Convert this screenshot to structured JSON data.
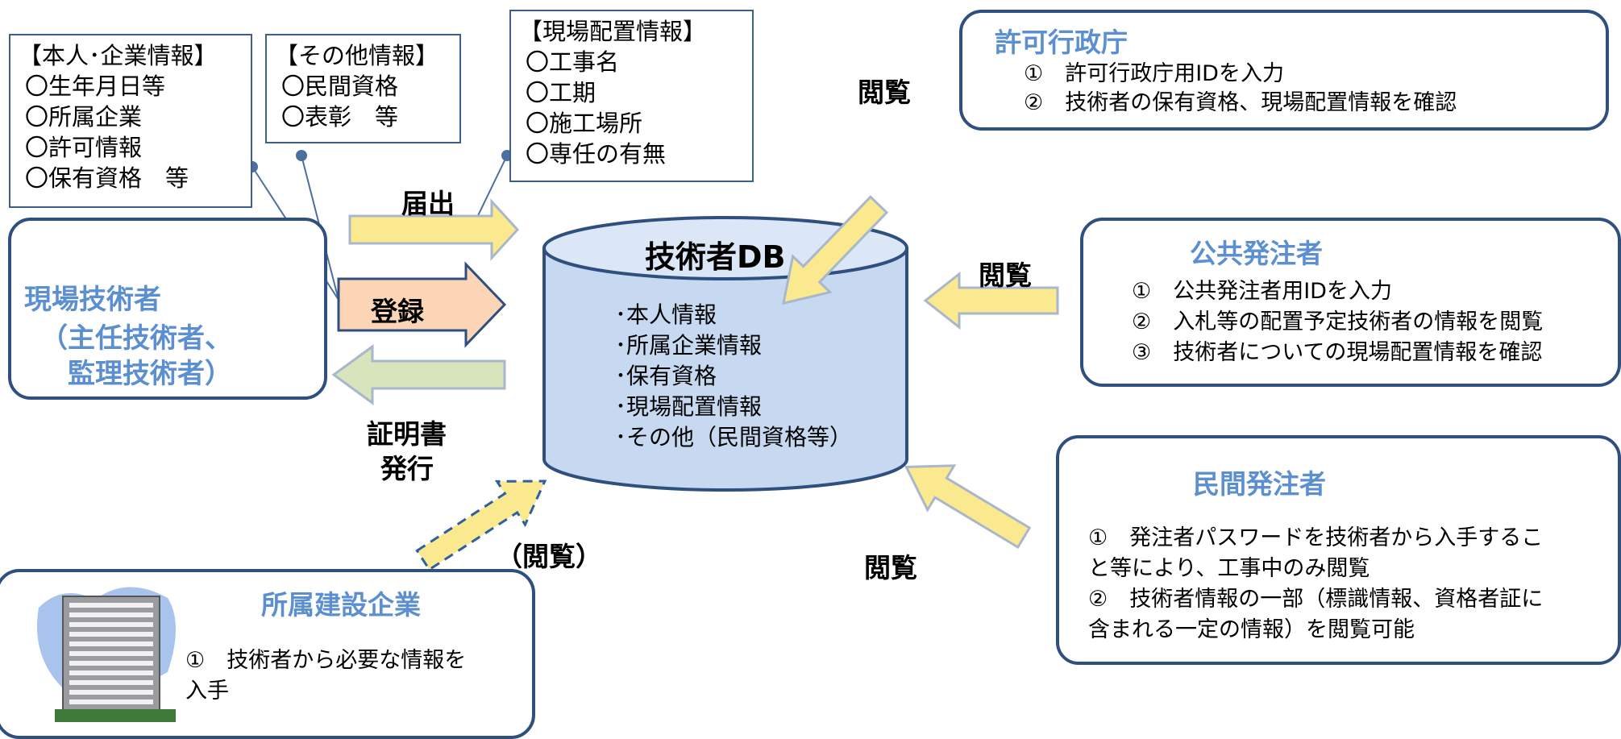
{
  "info_boxes": {
    "personal": {
      "title": "【本人･企業情報】",
      "items": [
        "〇生年月日等",
        "〇所属企業",
        "〇許可情報",
        "〇保有資格　等"
      ]
    },
    "other": {
      "title": "【その他情報】",
      "items": [
        "〇民間資格",
        "〇表彰　等"
      ]
    },
    "site": {
      "title": "【現場配置情報】",
      "items": [
        "〇工事名",
        "〇工期",
        "〇施工場所",
        "〇専任の有無"
      ]
    }
  },
  "engineer": {
    "line1": "現場技術者",
    "line2": "（主任技術者、",
    "line3": "監理技術者）"
  },
  "arrows": {
    "notify": "届出",
    "register": "登録",
    "certificate_line1": "証明書",
    "certificate_line2": "発行",
    "view_admin": "閲覧",
    "view_public": "閲覧",
    "view_private": "閲覧",
    "view_company": "（閲覧）"
  },
  "database": {
    "title": "技術者DB",
    "items": [
      "･本人情報",
      "･所属企業情報",
      "･保有資格",
      "･現場配置情報",
      "･その他（民間資格等）"
    ]
  },
  "admin_agency": {
    "title": "許可行政庁",
    "lines": [
      "①　許可行政庁用IDを入力",
      "②　技術者の保有資格、現場配置情報を確認"
    ]
  },
  "public_orderer": {
    "title": "公共発注者",
    "lines": [
      "①　公共発注者用IDを入力",
      "②　入札等の配置予定技術者の情報を閲覧",
      "③　技術者についての現場配置情報を確認"
    ]
  },
  "private_orderer": {
    "title": "民間発注者",
    "lines": [
      "①　発注者パスワードを技術者から入手するこ",
      "と等により、工事中のみ閲覧",
      "②　技術者情報の一部（標識情報、資格者証に",
      "含まれる一定の情報）を閲覧可能"
    ]
  },
  "construction_company": {
    "title": "所属建設企業",
    "lines": [
      "①　技術者から必要な情報を",
      "入手"
    ]
  },
  "colors": {
    "arrow_yellow": "#fbe990",
    "arrow_yellow_stroke": "#a8b7cc",
    "arrow_orange": "#fbd5b5",
    "arrow_green": "#d8e4bc",
    "db_fill": "#c6d9f1",
    "db_stroke": "#2f4f7f",
    "title_blue": "#5b8fd0",
    "panel_border": "#2f4f7f"
  }
}
